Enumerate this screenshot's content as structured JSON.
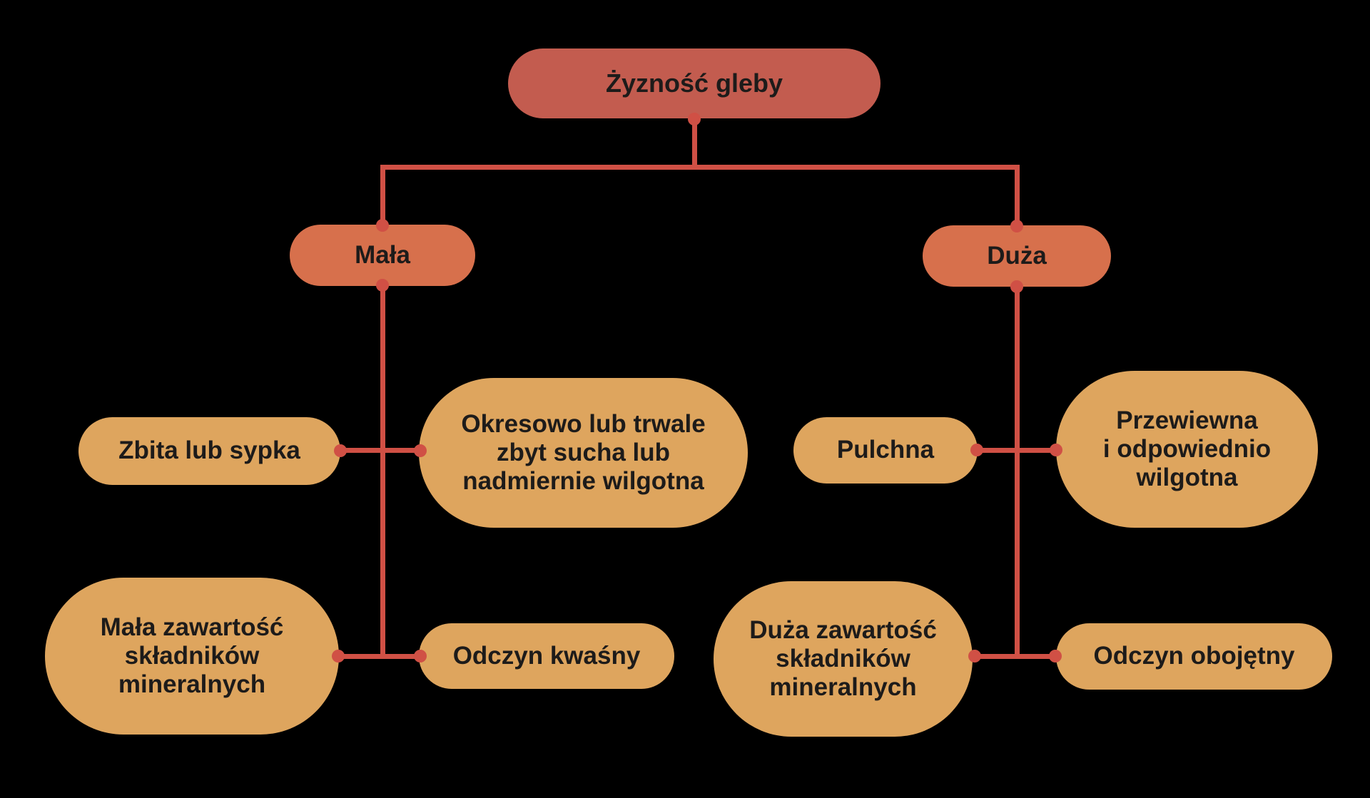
{
  "colors": {
    "background": "#000000",
    "rootFill": "#c35c4f",
    "branchFill": "#d7704c",
    "leafFill": "#dea55e",
    "connector": "#d05045",
    "text": "#1d1b1a"
  },
  "tree": {
    "root": {
      "label": "Żyzność gleby"
    },
    "branches": [
      {
        "label": "Mała",
        "children": [
          {
            "label": "Zbita lub sypka"
          },
          {
            "label": "Okresowo lub trwale\nzbyt sucha lub\nnadmiernie wilgotna"
          },
          {
            "label": "Mała zawartość\nskładników\nmineralnych"
          },
          {
            "label": "Odczyn kwaśny"
          }
        ]
      },
      {
        "label": "Duża",
        "children": [
          {
            "label": "Pulchna"
          },
          {
            "label": "Przewiewna\ni odpowiednio\nwilgotna"
          },
          {
            "label": "Duża zawartość\nskładników\nmineralnych"
          },
          {
            "label": "Odczyn obojętny"
          }
        ]
      }
    ]
  }
}
